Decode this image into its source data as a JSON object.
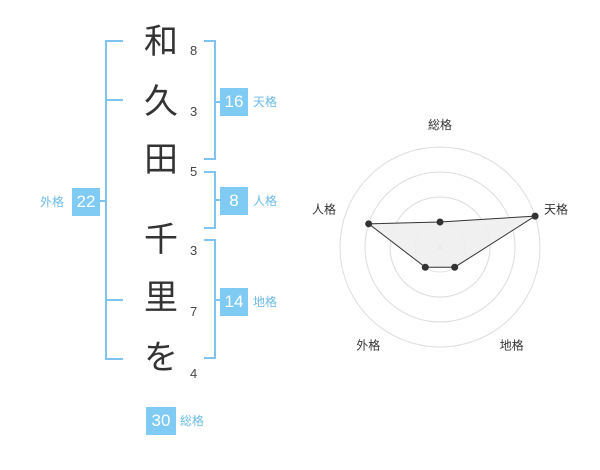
{
  "name": {
    "chars": [
      "和",
      "久",
      "田",
      "千",
      "里",
      "を"
    ],
    "strokes": [
      "8",
      "3",
      "5",
      "3",
      "7",
      "4"
    ]
  },
  "kakusu": {
    "tenkaku": {
      "value": "16",
      "label": "天格"
    },
    "jinkaku": {
      "value": "8",
      "label": "人格"
    },
    "chikaku": {
      "value": "14",
      "label": "地格"
    },
    "gaikaku": {
      "value": "22",
      "label": "外格"
    },
    "soukaku": {
      "value": "30",
      "label": "総格"
    }
  },
  "chart_data": {
    "type": "radar",
    "axes": [
      "総格",
      "天格",
      "地格",
      "外格",
      "人格"
    ],
    "values": [
      1,
      4,
      1,
      1,
      3
    ],
    "rmax": 4,
    "rings": 4,
    "colors": {
      "fill": "#eeeeee",
      "stroke": "#333333",
      "grid": "#dddddd",
      "point": "#333333"
    }
  }
}
